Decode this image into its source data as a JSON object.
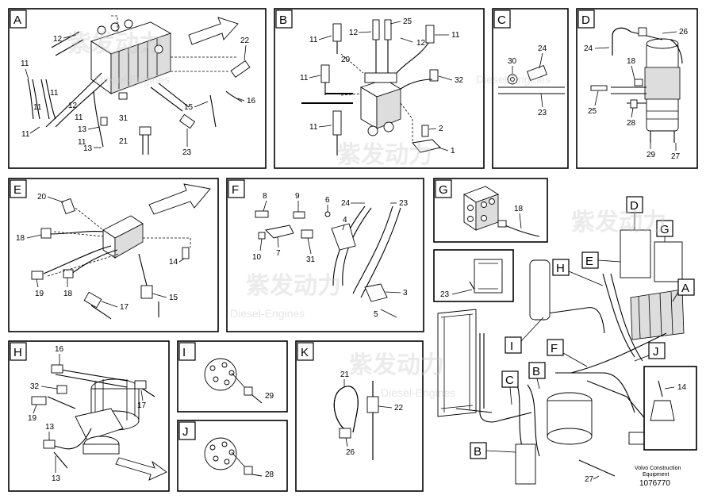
{
  "panels": {
    "A": {
      "letter": "A",
      "callouts": {
        "c1": "12",
        "c2": "22",
        "c3": "11",
        "c4": "11",
        "c5": "11",
        "c6": "12",
        "c7": "11",
        "c8": "11",
        "c9": "13",
        "c10": "31",
        "c11": "15",
        "c12": "16",
        "c13": "11",
        "c14": "13",
        "c15": "21",
        "c16": "23"
      }
    },
    "B": {
      "letter": "B",
      "callouts": {
        "c1": "25",
        "c2": "12",
        "c3": "11",
        "c4": "12",
        "c5": "11",
        "c6": "20",
        "c7": "11",
        "c8": "32",
        "c9": "11",
        "c10": "2",
        "c11": "1"
      }
    },
    "C": {
      "letter": "C",
      "callouts": {
        "c1": "30",
        "c2": "24",
        "c3": "23"
      }
    },
    "D": {
      "letter": "D",
      "callouts": {
        "c1": "26",
        "c2": "24",
        "c3": "18",
        "c4": "25",
        "c5": "28",
        "c6": "29",
        "c7": "27"
      }
    },
    "E": {
      "letter": "E",
      "callouts": {
        "c1": "20",
        "c2": "18",
        "c3": "14",
        "c4": "19",
        "c5": "18",
        "c6": "17",
        "c7": "15"
      }
    },
    "F": {
      "letter": "F",
      "callouts": {
        "c1": "8",
        "c2": "9",
        "c3": "6",
        "c4": "24",
        "c5": "23",
        "c6": "4",
        "c7": "10",
        "c8": "7",
        "c9": "31",
        "c10": "3",
        "c11": "5"
      }
    },
    "G": {
      "letter": "G",
      "callouts": {
        "c1": "18"
      }
    },
    "H": {
      "letter": "H",
      "callouts": {
        "c1": "16",
        "c2": "32",
        "c3": "17",
        "c4": "19",
        "c5": "13",
        "c6": "13"
      }
    },
    "I": {
      "letter": "I",
      "callouts": {
        "c1": "29"
      }
    },
    "J": {
      "letter": "J",
      "callouts": {
        "c1": "28"
      }
    },
    "K": {
      "letter": "K",
      "callouts": {
        "c1": "21",
        "c2": "22",
        "c3": "26"
      }
    }
  },
  "overview": {
    "tags": [
      "D",
      "G",
      "E",
      "A",
      "H",
      "I",
      "F",
      "J",
      "C",
      "B",
      "B"
    ],
    "callouts": {
      "c1": "23",
      "c2": "14",
      "c3": "27"
    }
  },
  "footer": {
    "brand_line1": "Volvo Construction",
    "brand_line2": "Equipment",
    "drawing_number": "1076770"
  },
  "watermark": {
    "cn": "紫发动力",
    "en": "Diesel-Engines"
  }
}
